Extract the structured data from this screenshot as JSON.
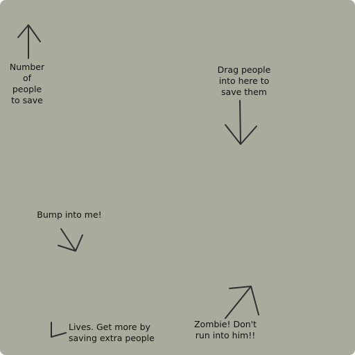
{
  "background_color": "#abab9d",
  "hints": {
    "people_counter": "Number\nof\npeople\nto save",
    "drop_zone": "Drag people\ninto here to\nsave them",
    "bump": "Bump into me!",
    "lives": "Lives.  Get more by\nsaving extra people",
    "zombie": "Zombie! Don't\nrun into him!!"
  }
}
